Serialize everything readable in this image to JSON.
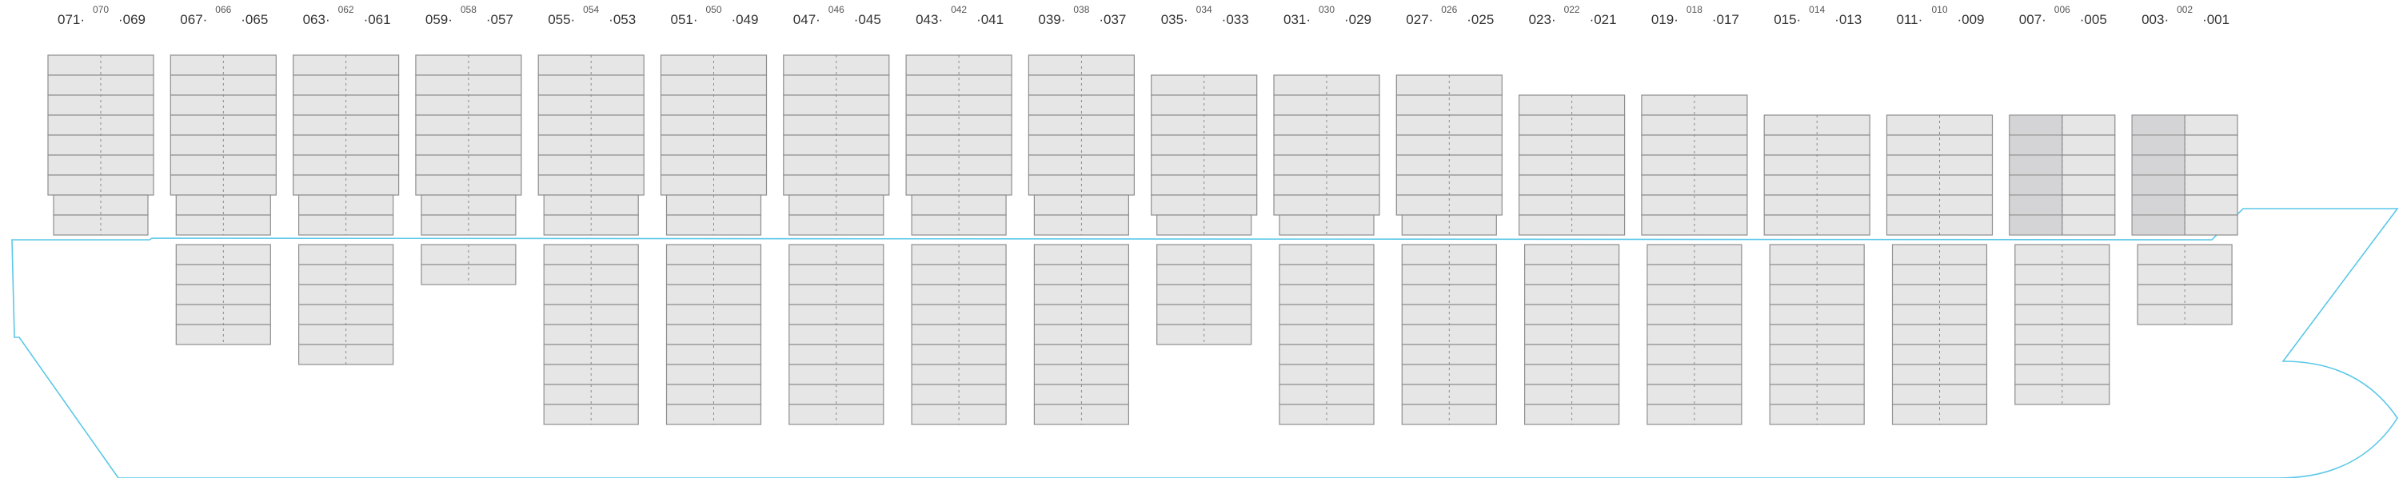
{
  "colors": {
    "hull": "#5bc8e8",
    "cell": "#e6e6e7",
    "cell_highlight": "#d4d4d7",
    "stroke": "#8e8e8e"
  },
  "bays": [
    {
      "left": "071",
      "mid": "070",
      "right": "069",
      "above": 9,
      "below": 0
    },
    {
      "left": "067",
      "mid": "066",
      "right": "065",
      "above": 9,
      "below": 5
    },
    {
      "left": "063",
      "mid": "062",
      "right": "061",
      "above": 9,
      "below": 6
    },
    {
      "left": "059",
      "mid": "058",
      "right": "057",
      "above": 9,
      "below": 2
    },
    {
      "left": "055",
      "mid": "054",
      "right": "053",
      "above": 9,
      "below": 9
    },
    {
      "left": "051",
      "mid": "050",
      "right": "049",
      "above": 9,
      "below": 9
    },
    {
      "left": "047",
      "mid": "046",
      "right": "045",
      "above": 9,
      "below": 9
    },
    {
      "left": "043",
      "mid": "042",
      "right": "041",
      "above": 9,
      "below": 9
    },
    {
      "left": "039",
      "mid": "038",
      "right": "037",
      "above": 9,
      "below": 9
    },
    {
      "left": "035",
      "mid": "034",
      "right": "033",
      "above": 8,
      "below": 5
    },
    {
      "left": "031",
      "mid": "030",
      "right": "029",
      "above": 8,
      "below": 9
    },
    {
      "left": "027",
      "mid": "026",
      "right": "025",
      "above": 8,
      "below": 9
    },
    {
      "left": "023",
      "mid": "022",
      "right": "021",
      "above": 7,
      "below": 9
    },
    {
      "left": "019",
      "mid": "018",
      "right": "017",
      "above": 7,
      "below": 9
    },
    {
      "left": "015",
      "mid": "014",
      "right": "013",
      "above": 6,
      "below": 9
    },
    {
      "left": "011",
      "mid": "010",
      "right": "009",
      "above": 6,
      "below": 9
    },
    {
      "left": "007",
      "mid": "006",
      "right": "005",
      "above": 6,
      "below": 8,
      "highlight": true
    },
    {
      "left": "003",
      "mid": "002",
      "right": "001",
      "above": 6,
      "below": 4,
      "highlight": true
    }
  ]
}
